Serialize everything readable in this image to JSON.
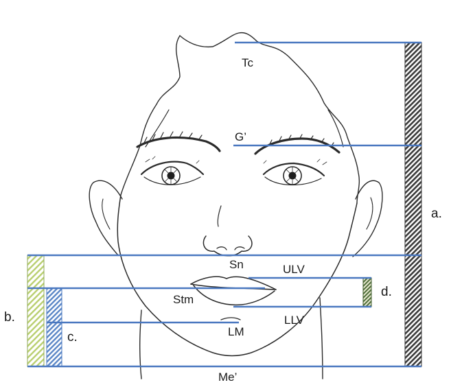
{
  "diagram": {
    "landmarks": {
      "tc": "Tc",
      "g": "G’",
      "sn": "Sn",
      "ulv": "ULV",
      "stm": "Stm",
      "llv": "LLV",
      "lm": "LM",
      "me": "Me’"
    },
    "segments": {
      "a": "a.",
      "b": "b.",
      "c": "c.",
      "d": "d."
    },
    "colors": {
      "reference_lines": "#4a78c0",
      "bar_a": "#3a3a3a",
      "bar_b": "#b9cf6f",
      "bar_c": "#5a86c6",
      "bar_d": "#4f6f3a",
      "sketch": "#2a2a2a"
    }
  }
}
